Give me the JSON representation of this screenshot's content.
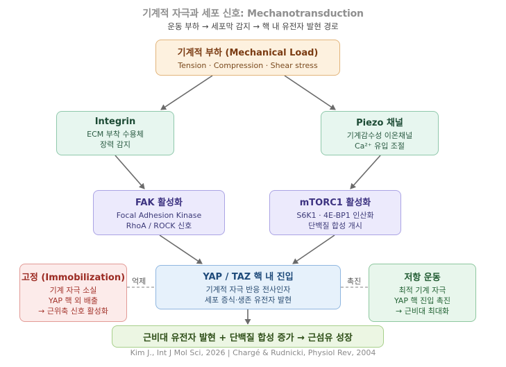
{
  "title": "기계적 자극과 세포 신호: Mechanotransduction",
  "subtitle": "운동 부하 → 세포막 감지 → 핵 내 유전자 발현 경로",
  "nodes": {
    "load": {
      "title": "기계적 부하 (Mechanical Load)",
      "lines": [
        "Tension · Compression · Shear stress"
      ]
    },
    "integrin": {
      "title": "Integrin",
      "lines": [
        "ECM 부착 수용체",
        "장력 감지"
      ]
    },
    "piezo": {
      "title": "Piezo 채널",
      "lines": [
        "기계감수성 이온채널",
        "Ca²⁺ 유입 조절"
      ]
    },
    "fak": {
      "title": "FAK 활성화",
      "lines": [
        "Focal Adhesion Kinase",
        "RhoA / ROCK 신호"
      ]
    },
    "mtorc": {
      "title": "mTORC1 활성화",
      "lines": [
        "S6K1 · 4E-BP1 인산화",
        "단백질 합성 개시"
      ]
    },
    "yap": {
      "title": "YAP / TAZ 핵 내 진입",
      "lines": [
        "기계적 자극 반응 전사인자",
        "세포 증식·생존 유전자 발현"
      ]
    },
    "immobilization": {
      "title": "고정 (Immobilization)",
      "lines": [
        "기계 자극 소실",
        "YAP 핵 외 배출",
        "→ 근위축 신호 활성화"
      ]
    },
    "resistance": {
      "title": "저항 운동",
      "lines": [
        "최적 기계 자극",
        "YAP 핵 진입 촉진",
        "→ 근비대 최대화"
      ]
    },
    "outcome": {
      "title": "근비대 유전자 발현 + 단백질 합성 증가 → 근섬유 성장"
    }
  },
  "edge_labels": {
    "suppress": "억제",
    "promote": "촉진"
  },
  "citation": "Kim J., Int J Mol Sci, 2026 | Chargé & Rudnicki, Physiol Rev, 2004",
  "colors": {
    "arrow": "#6a6a6a",
    "dashed_connector": "#9a9a9a",
    "load_fill": "#fdf1df",
    "receptor_fill": "#e7f6ef",
    "kinase_fill": "#eceafc",
    "yap_fill": "#e6f1fb",
    "immobilization_fill": "#fcebea",
    "resistance_fill": "#e8f6ec",
    "outcome_fill": "#ecf6e3"
  }
}
